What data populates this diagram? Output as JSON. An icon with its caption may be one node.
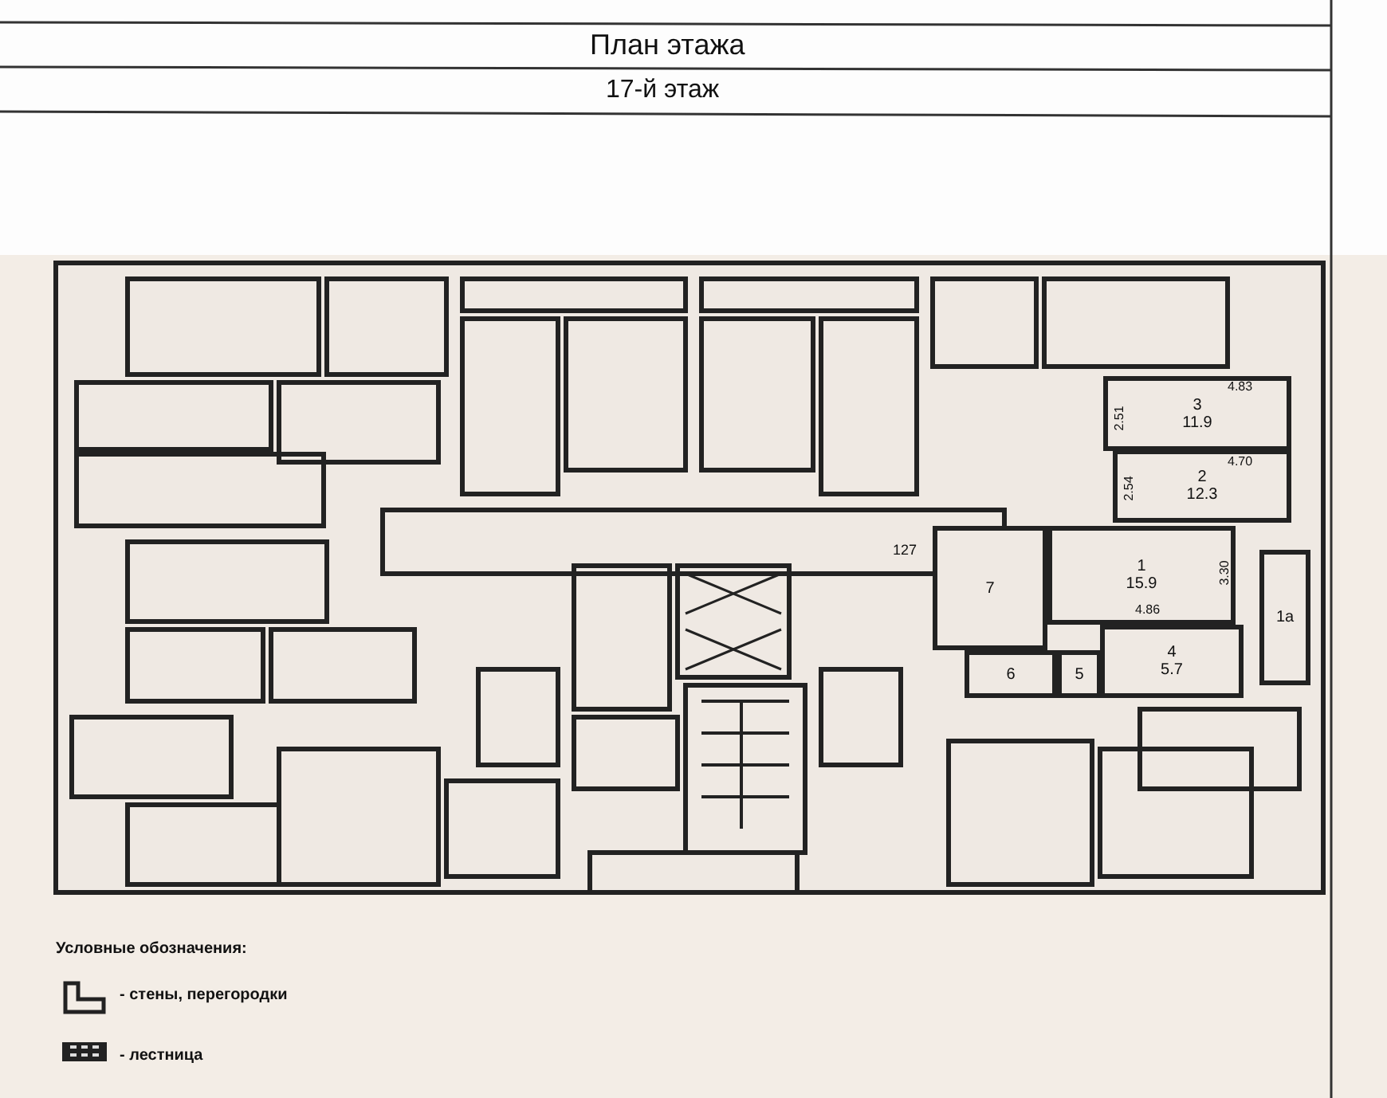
{
  "diagram": {
    "title": "План этажа",
    "nodes": [
      {
        "text": [
          "3",
          "11.9"
        ]
      },
      {
        "text": [
          "2",
          "12.3"
        ]
      },
      {
        "text": [
          "7"
        ]
      },
      {
        "text": [
          "1",
          "15.9"
        ]
      },
      {
        "text": [
          "1а"
        ]
      },
      {
        "text": [
          "6"
        ]
      },
      {
        "text": [
          "5"
        ]
      },
      {
        "text": [
          "4",
          "5.7"
        ]
      }
    ],
    "labels": [
      "17-й этаж",
      "4.83",
      "2.51",
      "4.70",
      "2.54",
      "127",
      "3.30",
      "4.86",
      "Условные обозначения:"
    ],
    "legend": [
      {
        "text": "- стены, перегородки"
      },
      {
        "text": "- лестница"
      }
    ]
  }
}
